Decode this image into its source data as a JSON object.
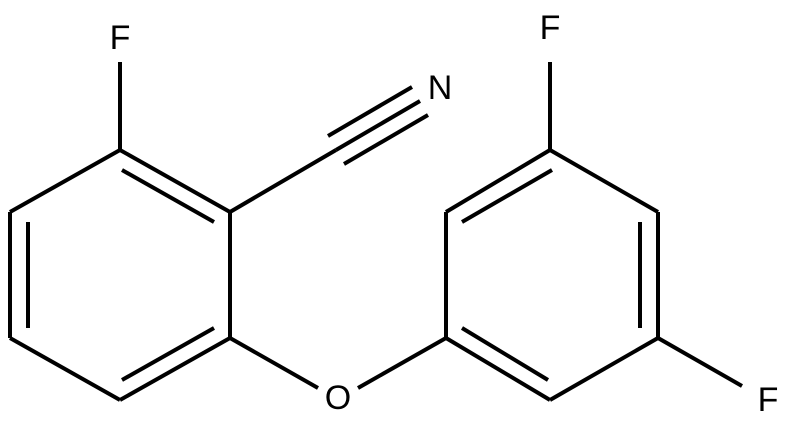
{
  "molecule": {
    "atoms": {
      "fluorine_top_left": "F",
      "nitrogen": "N",
      "oxygen": "O",
      "fluorine_top_right": "F",
      "fluorine_bottom_right": "F"
    },
    "colors": {
      "bond": "#000000",
      "label": "#000000",
      "background": "#ffffff"
    }
  }
}
